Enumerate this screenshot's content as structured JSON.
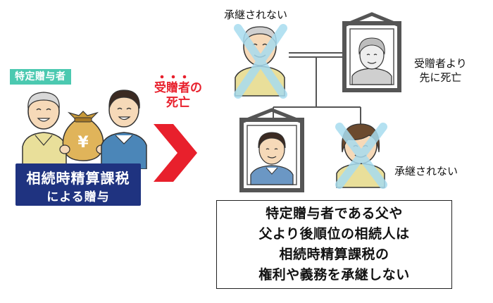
{
  "donor_badge": "特定贈与者",
  "tax_box": {
    "line1": "相続時精算課税",
    "line2": "による贈与"
  },
  "money_bag_symbol": "¥",
  "event": {
    "line1": "受贈者の",
    "line2": "死亡"
  },
  "labels": {
    "father_not_inherit": "承継されない",
    "mother_line1": "受贈者より",
    "mother_line2": "先に死亡",
    "wife_not_inherit": "承継されない"
  },
  "summary": {
    "lines": [
      "特定贈与者である父や",
      "父より後順位の相続人は",
      "相続時精算課税の",
      "権利や義務を承継しない"
    ]
  },
  "colors": {
    "navy": "#1f3380",
    "teal_badge": "#4bc9b0",
    "red_accent": "#e8202c",
    "cross_blue": "#a8dcef",
    "frame_gray": "#555555"
  }
}
